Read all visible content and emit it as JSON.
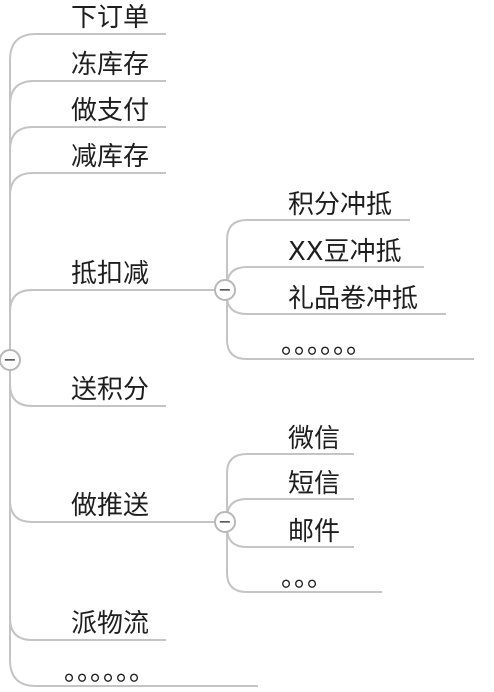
{
  "root": {
    "toggle": "−",
    "children": [
      {
        "label": "下订单"
      },
      {
        "label": "冻库存"
      },
      {
        "label": "做支付"
      },
      {
        "label": "减库存"
      },
      {
        "label": "抵扣减",
        "toggle": "−",
        "children": [
          {
            "label": "积分冲抵"
          },
          {
            "label": "XX豆冲抵"
          },
          {
            "label": "礼品卷冲抵"
          },
          {
            "label": "。。。。。。"
          }
        ]
      },
      {
        "label": "送积分"
      },
      {
        "label": "做推送",
        "toggle": "−",
        "children": [
          {
            "label": "微信"
          },
          {
            "label": "短信"
          },
          {
            "label": "邮件"
          },
          {
            "label": "。。。"
          }
        ]
      },
      {
        "label": "派物流"
      },
      {
        "label": "。。。。。。"
      }
    ]
  },
  "colors": {
    "branch": "#c4c4c4",
    "text": "#1e1e1e"
  }
}
